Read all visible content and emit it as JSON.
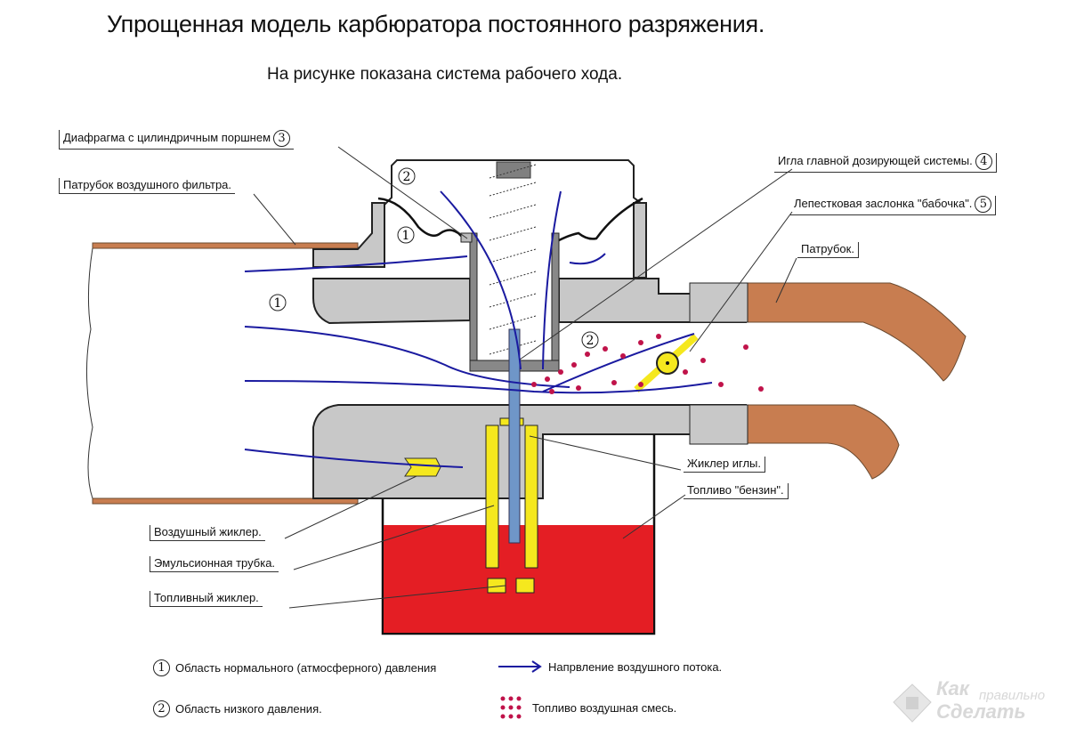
{
  "title": "Упрощенная модель карбюратора постоянного разряжения.",
  "subtitle": "На рисунке показана система рабочего хода.",
  "callouts": {
    "diaphragm": {
      "text": "Диафрагма с цилиндричным поршнем",
      "number": "3"
    },
    "air_filter_pipe": {
      "text": "Патрубок воздушного фильтра."
    },
    "needle": {
      "text": "Игла главной дозирующей системы.",
      "number": "4"
    },
    "throttle": {
      "text": "Лепестковая заслонка \"бабочка\".",
      "number": "5"
    },
    "pipe": {
      "text": "Патрубок."
    },
    "needle_jet": {
      "text": "Жиклер иглы."
    },
    "fuel": {
      "text": "Топливо \"бензин\"."
    },
    "air_jet": {
      "text": "Воздушный жиклер."
    },
    "emulsion_tube": {
      "text": "Эмульсионная трубка."
    },
    "fuel_jet": {
      "text": "Топливный жиклер."
    }
  },
  "zone_markers": {
    "normal": "1",
    "low": "2"
  },
  "legend": [
    {
      "symbol": "1",
      "icon": "circled-number-icon",
      "text": "Область нормального (атмосферного) давления"
    },
    {
      "symbol": "2",
      "icon": "circled-number-icon",
      "text": "Область низкого давления."
    },
    {
      "icon": "blue-arrow-icon",
      "text": "Напрвление воздушного потока."
    },
    {
      "icon": "dots-grid-icon",
      "text": "Топливо воздушная смесь."
    }
  ],
  "watermark": {
    "line1": "Как",
    "line2": "правильно",
    "line3": "Сделать"
  },
  "colors": {
    "body_gray": "#c8c8c8",
    "pipe_brown": "#c87d50",
    "fuel_red": "#e41e24",
    "brass_yellow": "#f5e81e",
    "needle_blue": "#6f96c8",
    "airflow_blue": "#1a1aa0",
    "mixture_dot": "#c0134a"
  }
}
